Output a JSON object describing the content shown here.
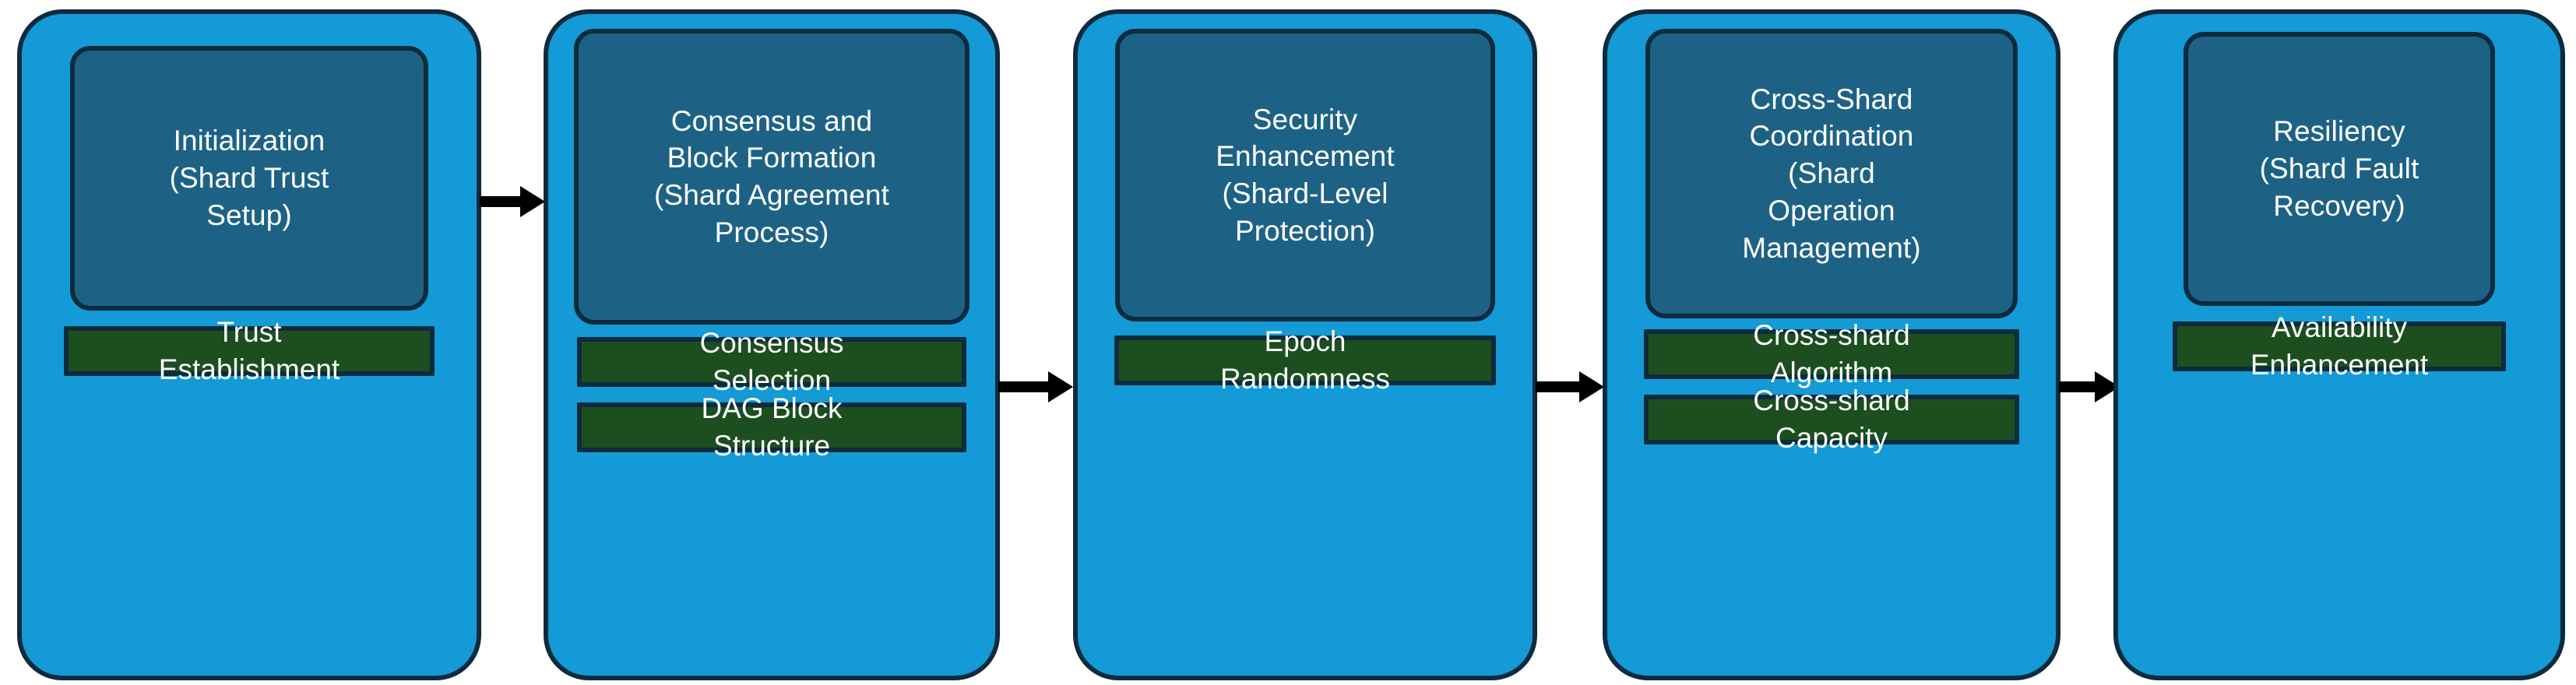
{
  "diagram": {
    "type": "horizontal-flow",
    "orientation": "left-to-right",
    "colors": {
      "stage_fill": "#149ad6",
      "phase_fill": "#1d6285",
      "component_fill": "#1c4e20",
      "border": "#0c2b3c",
      "arrow": "#000000",
      "text": "#ffffff",
      "background": "#ffffff"
    },
    "stages": [
      {
        "id": "stage-initialization",
        "phase_label": "Initialization\n(Shard Trust\nSetup)",
        "components": [
          {
            "id": "trust-establishment",
            "label": "Trust\nEstablishment"
          }
        ]
      },
      {
        "id": "stage-consensus-block-formation",
        "phase_label": "Consensus and\nBlock Formation\n(Shard Agreement\nProcess)",
        "components": [
          {
            "id": "consensus-selection",
            "label": "Consensus\nSelection"
          },
          {
            "id": "dag-block-structure",
            "label": "DAG Block\nStructure"
          }
        ]
      },
      {
        "id": "stage-security-enhancement",
        "phase_label": "Security\nEnhancement\n(Shard-Level\nProtection)",
        "components": [
          {
            "id": "epoch-randomness",
            "label": "Epoch\nRandomness"
          }
        ]
      },
      {
        "id": "stage-cross-shard-coordination",
        "phase_label": "Cross-Shard\nCoordination\n(Shard\nOperation\nManagement)",
        "components": [
          {
            "id": "cross-shard-algorithm",
            "label": "Cross-shard\nAlgorithm"
          },
          {
            "id": "cross-shard-capacity",
            "label": "Cross-shard\nCapacity"
          }
        ]
      },
      {
        "id": "stage-resiliency",
        "phase_label": "Resiliency\n(Shard Fault\nRecovery)",
        "components": [
          {
            "id": "availability-enhancement",
            "label": "Availability\nEnhancement"
          }
        ]
      }
    ],
    "connectors": [
      {
        "id": "arrow-1",
        "from": "stage-initialization",
        "to": "stage-consensus-block-formation",
        "glyph": "arrow-right"
      },
      {
        "id": "arrow-2",
        "from": "stage-consensus-block-formation",
        "to": "stage-security-enhancement",
        "glyph": "arrow-right"
      },
      {
        "id": "arrow-3",
        "from": "stage-security-enhancement",
        "to": "stage-cross-shard-coordination",
        "glyph": "arrow-right"
      },
      {
        "id": "arrow-4",
        "from": "stage-cross-shard-coordination",
        "to": "stage-resiliency",
        "glyph": "arrow-right"
      }
    ]
  }
}
